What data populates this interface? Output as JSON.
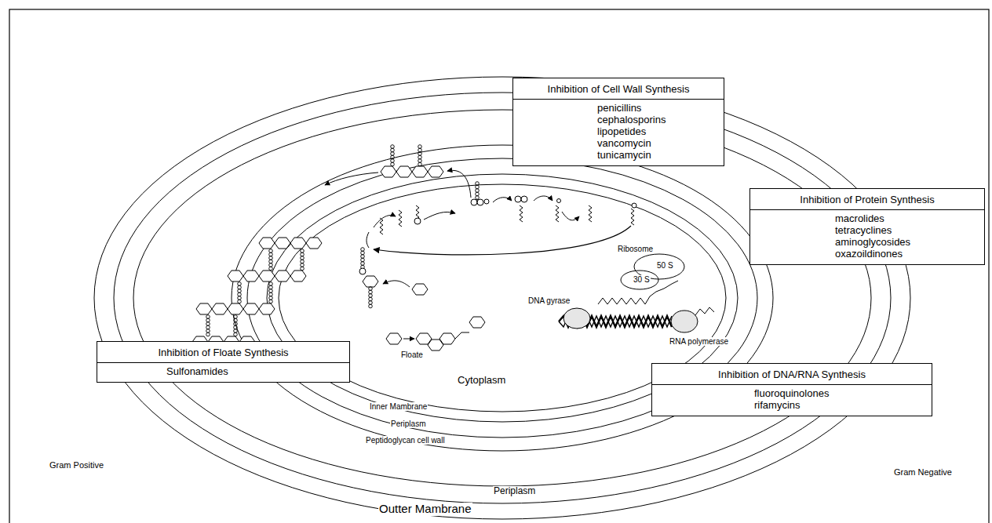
{
  "diagram": {
    "nodes": [
      {
        "text": [
          "Inhibition of Cell Wall Synthesis",
          "penicillins",
          "cephalosporins",
          "lipopetides",
          "vancomycin",
          "tunicamycin"
        ]
      },
      {
        "text": [
          "Inhibition of Protein Synthesis",
          "macrolides",
          "tetracyclines",
          "aminoglycosides",
          "oxazoildinones"
        ]
      },
      {
        "text": [
          "Inhibition of Floate Synthesis",
          "Sulfonamides"
        ]
      },
      {
        "text": [
          "Inhibition of DNA/RNA Synthesis",
          "fluoroquinolones",
          "rifamycins"
        ]
      }
    ],
    "labels": [
      "Ribosome",
      "50 S",
      "30 S",
      "DNA gyrase",
      "RNA polymerase",
      "Floate",
      "Cytoplasm",
      "Inner Mambrane",
      "Periplasm",
      "Peptidoglycan cell wall",
      "Gram Positive",
      "Gram Negative",
      "Periplasm",
      "Outter Mambrane"
    ]
  }
}
